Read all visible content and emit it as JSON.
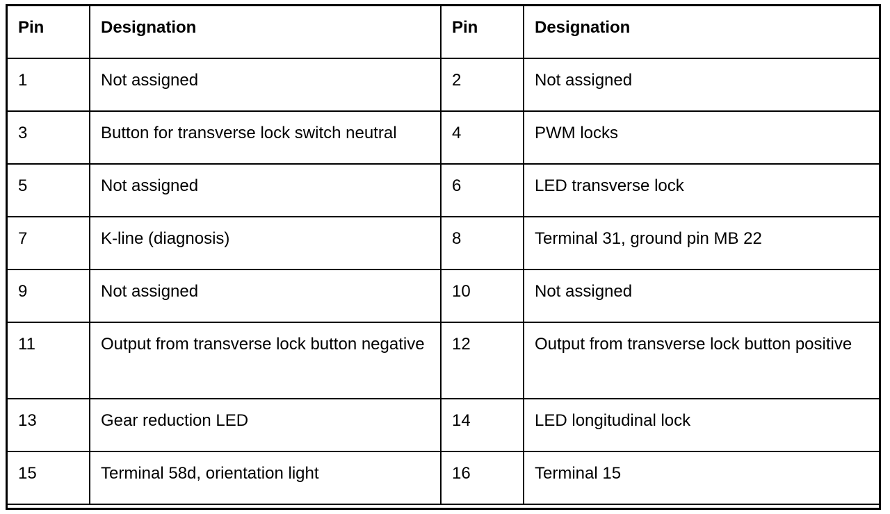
{
  "table": {
    "headers": [
      "Pin",
      "Designation",
      "Pin",
      "Designation"
    ],
    "rows": [
      [
        "1",
        "Not assigned",
        "2",
        "Not assigned"
      ],
      [
        "3",
        "Button for transverse lock switch neutral",
        "4",
        "PWM locks"
      ],
      [
        "5",
        "Not assigned",
        "6",
        "LED transverse lock"
      ],
      [
        "7",
        "K-line (diagnosis)",
        "8",
        "Terminal 31, ground pin MB 22"
      ],
      [
        "9",
        "Not assigned",
        "10",
        "Not assigned"
      ],
      [
        "11",
        "Output from transverse lock button negative",
        "12",
        "Output from transverse lock button positive"
      ],
      [
        "13",
        "Gear reduction LED",
        "14",
        "LED longitudinal lock"
      ],
      [
        "15",
        "Terminal 58d, orientation light",
        "16",
        "Terminal 15"
      ]
    ]
  }
}
